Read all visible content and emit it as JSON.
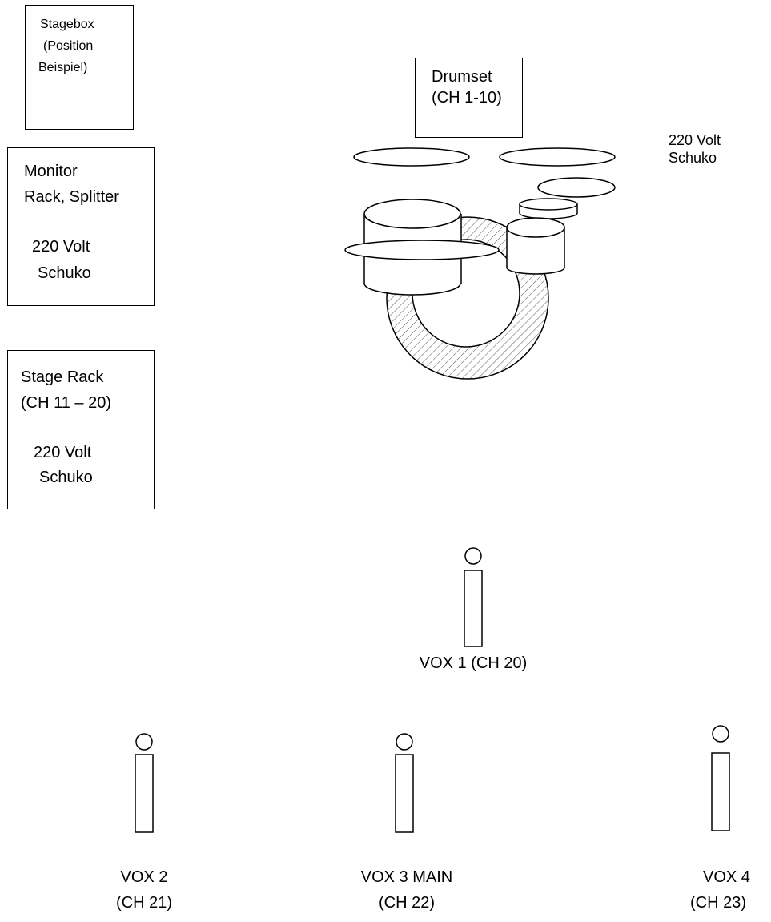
{
  "stagebox": {
    "line1": "Stagebox",
    "line2": "(Position",
    "line3": "Beispiel)"
  },
  "monitor_rack": {
    "line1": "Monitor",
    "line2": "Rack, Splitter",
    "power1": "220 Volt",
    "power2": "Schuko"
  },
  "stage_rack": {
    "line1": "Stage Rack",
    "line2": "(CH 11 – 20)",
    "power1": "220 Volt",
    "power2": "Schuko"
  },
  "drumset": {
    "line1": "Drumset",
    "line2": "(CH 1-10)"
  },
  "power_right": {
    "line1": "220 Volt",
    "line2": "Schuko"
  },
  "vox": [
    {
      "line1": "VOX 1 (CH 20)",
      "line2": ""
    },
    {
      "line1": "VOX 2",
      "line2": "(CH 21)"
    },
    {
      "line1": "VOX 3 MAIN",
      "line2": "(CH 22)"
    },
    {
      "line1": "VOX 4",
      "line2": "(CH 23)"
    }
  ]
}
